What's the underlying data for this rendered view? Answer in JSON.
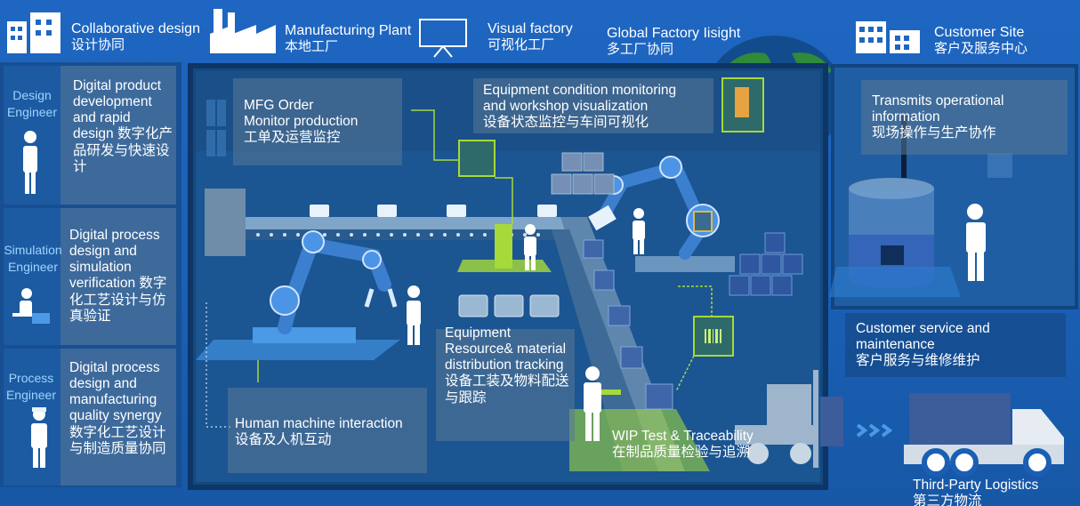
{
  "top_bar": {
    "collab": {
      "en": "Collaborative design",
      "zh": "设计协同"
    },
    "plant": {
      "en": "Manufacturing Plant",
      "zh": "本地工厂"
    },
    "visual": {
      "en": "Visual factory",
      "zh": "可视化工厂"
    },
    "global": {
      "en": "Global Factory Iisight",
      "zh": "多工厂协同"
    },
    "customer": {
      "en": "Customer Site",
      "zh": "客户及服务中心"
    }
  },
  "left_panel": [
    {
      "role": "Design Engineer",
      "desc_en": "Digital product development and rapid design",
      "desc_zh": "数字化产品研发与快速设计"
    },
    {
      "role": "Simulation Engineer",
      "desc_en": "Digital process design and simulation verification",
      "desc_zh": "数字化工艺设计与仿真验证"
    },
    {
      "role": "Process Engineer",
      "desc_en": "Digital process design and manufacturing quality synergy",
      "desc_zh": "数字化工艺设计与制造质量协同"
    }
  ],
  "factory": {
    "mfg_order": {
      "en1": "MFG Order",
      "en2": "Monitor production",
      "zh": "工单及运营监控"
    },
    "equipment_monitor": {
      "en1": "Equipment condition monitoring",
      "en2": "and workshop visualization",
      "zh": "设备状态监控与车间可视化"
    },
    "resource": {
      "en": "Equipment Resource& material distribution tracking",
      "zh": "设备工装及物料配送与跟踪"
    },
    "hmi": {
      "en": "Human machine interaction",
      "zh": "设备及人机互动"
    },
    "wip": {
      "en": "WIP  Test & Traceability",
      "zh": "在制品质量检验与追溯"
    }
  },
  "customer_panel": {
    "transmits": {
      "en": "Transmits operational information",
      "zh": "现场操作与生产协作"
    },
    "service": {
      "en": "Customer service and maintenance",
      "zh": "客户服务与维修维护"
    }
  },
  "logistics": {
    "en": "Third-Party Logistics",
    "zh": "第三方物流"
  },
  "colors": {
    "accent_green": "#a6d93a",
    "role_blue": "#9fd4ff",
    "panel_dark": "#0f3770",
    "box_gray": "#5a7896"
  },
  "icons": [
    "building-icon",
    "factory-icon",
    "projector-screen-icon",
    "globe-icon",
    "office-building-icon",
    "person-icon",
    "robot-arm-icon",
    "conveyor-icon",
    "tablet-icon",
    "forklift-icon",
    "truck-icon",
    "barcode-icon",
    "thermometer-icon",
    "wifi-icon"
  ]
}
